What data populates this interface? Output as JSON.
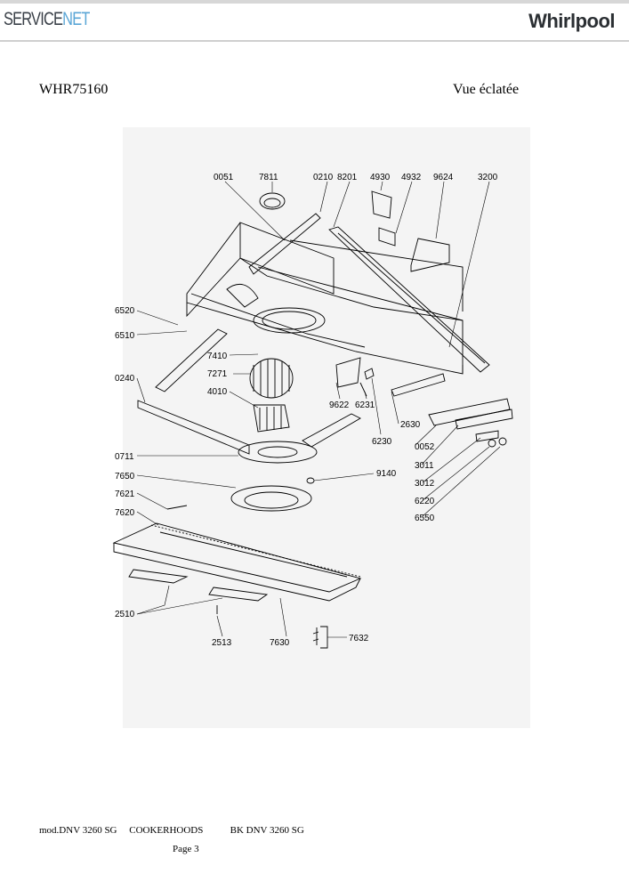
{
  "header": {
    "brand_left": "SERVICE",
    "brand_left_suffix": "NET",
    "brand_right": "Whirlpool"
  },
  "page": {
    "model": "WHR75160",
    "view_title": "Vue éclatée"
  },
  "parts": {
    "p0051": "0051",
    "p7811": "7811",
    "p0210": "0210",
    "p8201": "8201",
    "p4930": "4930",
    "p4932": "4932",
    "p9624": "9624",
    "p3200": "3200",
    "p6520": "6520",
    "p6510": "6510",
    "p7410": "7410",
    "p7271": "7271",
    "p0240": "0240",
    "p4010": "4010",
    "p9622": "9622",
    "p6231": "6231",
    "p2630": "2630",
    "p6230": "6230",
    "p0052": "0052",
    "p0711": "0711",
    "p3011": "3011",
    "p3012": "3012",
    "p9140": "9140",
    "p7650": "7650",
    "p6220": "6220",
    "p7621": "7621",
    "p6550": "6550",
    "p7620": "7620",
    "p2510": "2510",
    "p2513": "2513",
    "p7630": "7630",
    "p7632": "7632"
  },
  "footer": {
    "model_line": "mod.DNV 3260 SG     COOKERHOODS           BK DNV 3260 SG",
    "page": "Page 3"
  }
}
